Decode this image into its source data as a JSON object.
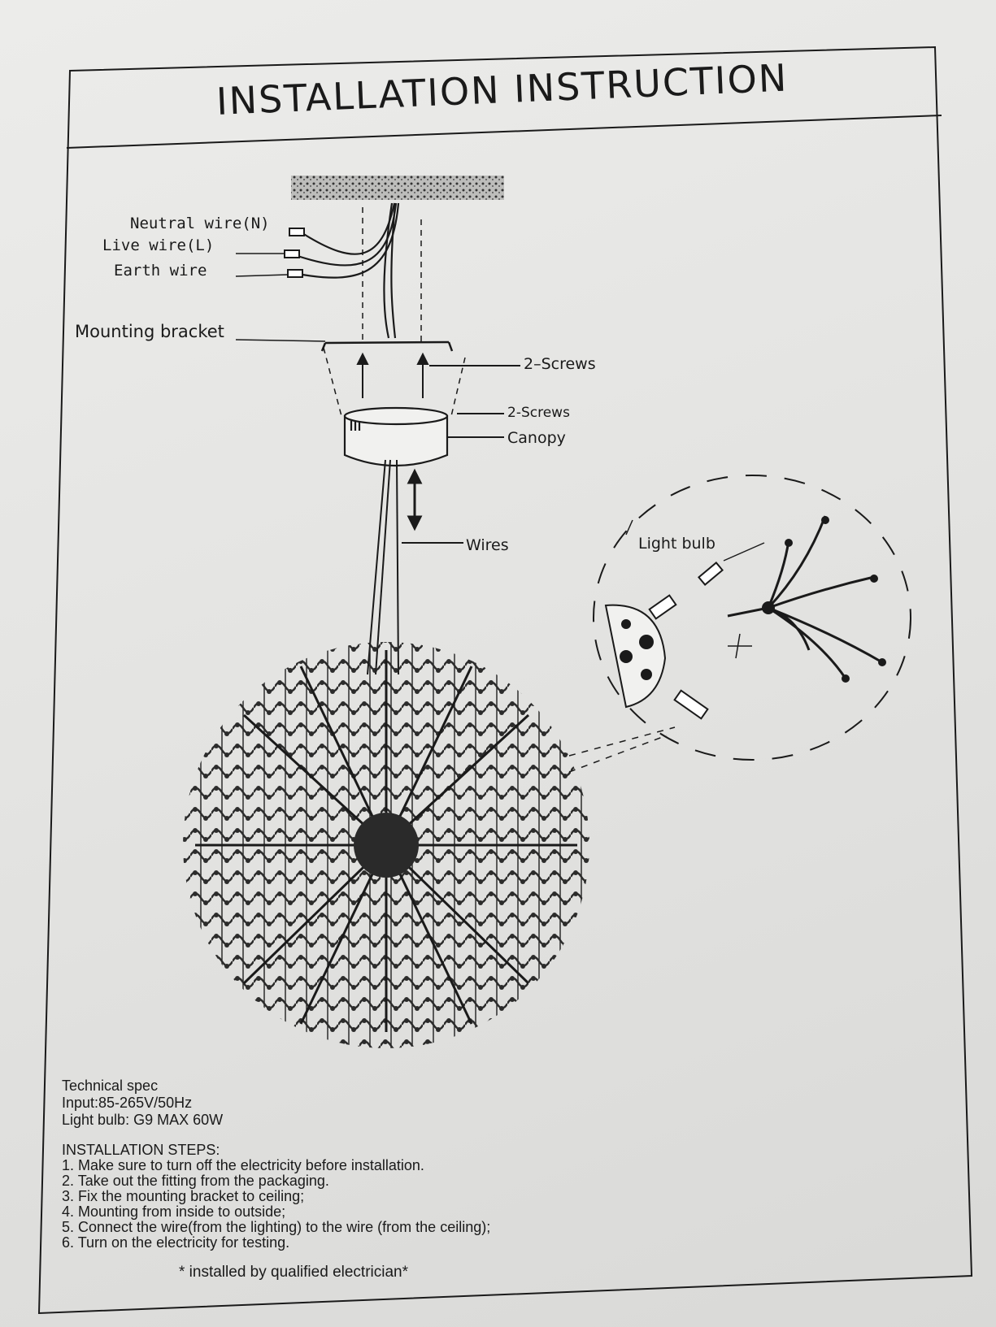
{
  "title": "INSTALLATION INSTRUCTION",
  "labels": {
    "neutral_wire": "Neutral wire(N)",
    "live_wire": "Live wire(L)",
    "earth_wire": "Earth wire",
    "mounting_bracket": "Mounting bracket",
    "screws_upper": "2–Screws",
    "screws_lower": "2-Screws",
    "canopy": "Canopy",
    "wires": "Wires",
    "light_bulb": "Light bulb"
  },
  "tech_spec": {
    "heading": "Technical spec",
    "input": "Input:85-265V/50Hz",
    "bulb": "Light bulb: G9 MAX 60W"
  },
  "installation": {
    "heading": "INSTALLATION STEPS:",
    "steps": [
      "1. Make sure to turn off the electricity before installation.",
      "2. Take out the fitting from the packaging.",
      "3. Fix the mounting bracket to ceiling;",
      "4. Mounting from inside to outside;",
      "5. Connect the wire(from the lighting) to the wire (from the ceiling);",
      "6. Turn on the electricity for testing."
    ]
  },
  "note": "* installed by qualified electrician*",
  "colors": {
    "ink": "#1a1a1a",
    "paper": "#e8e8e6"
  }
}
